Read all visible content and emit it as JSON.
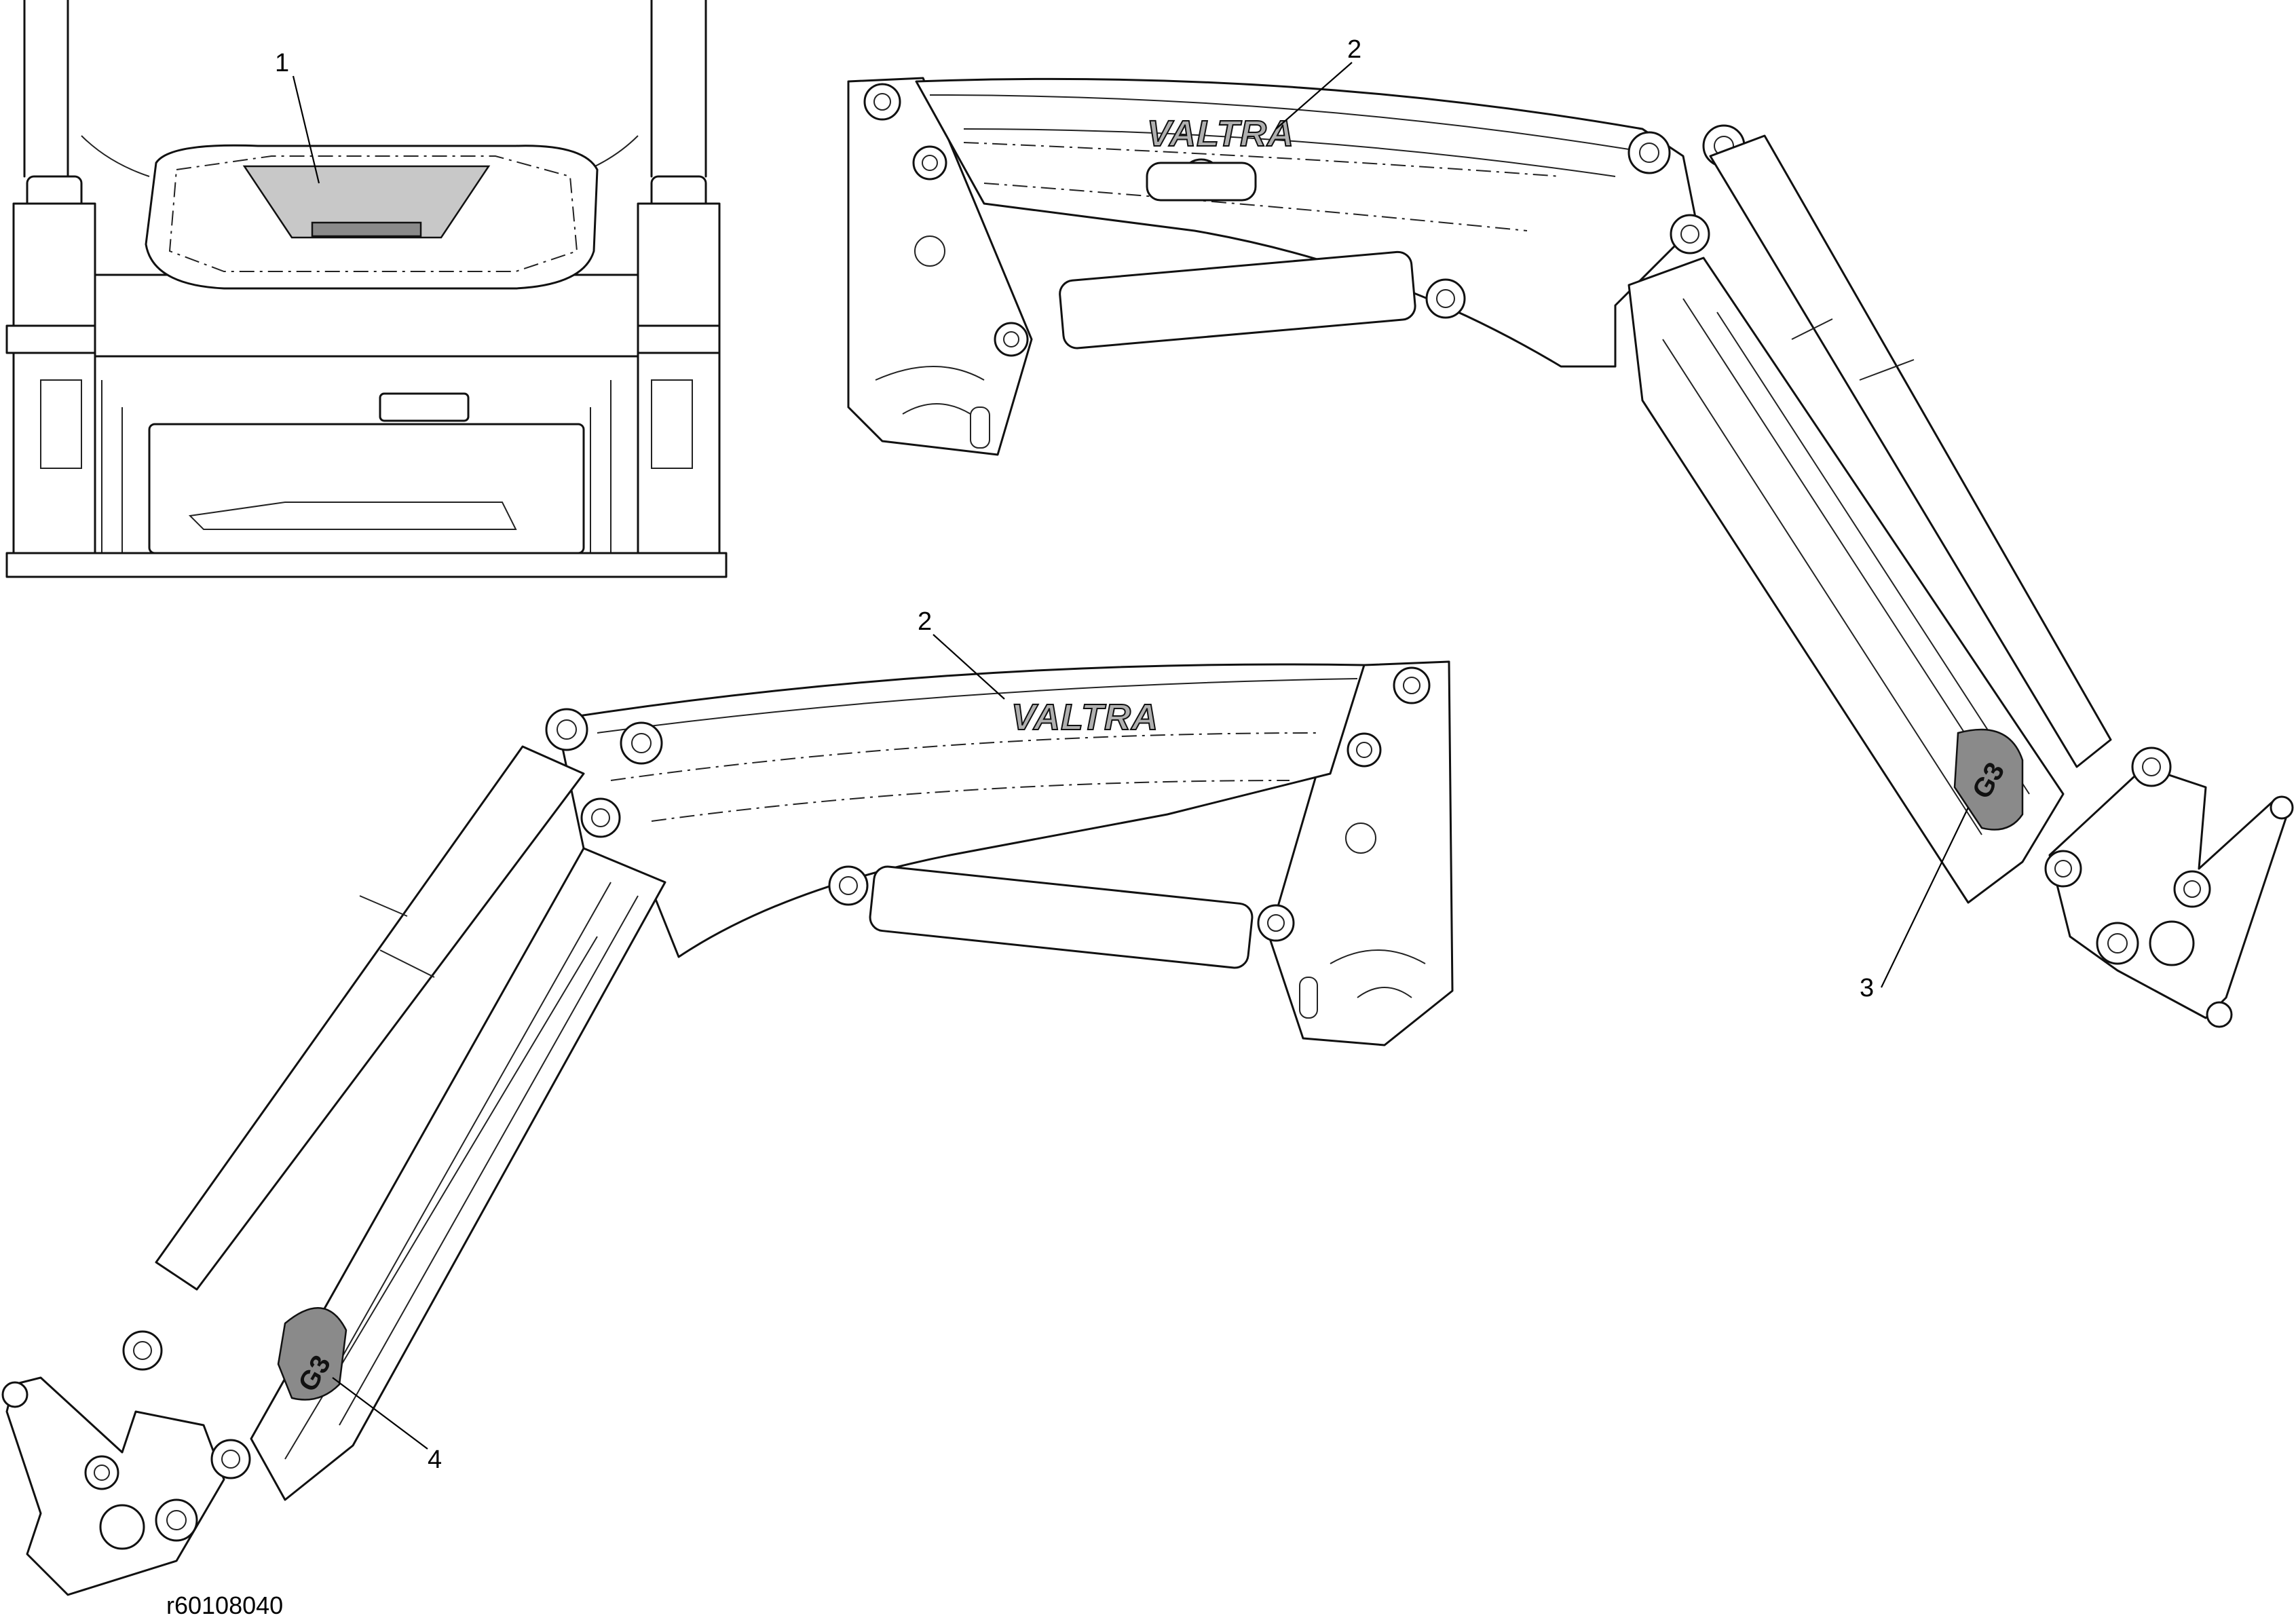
{
  "figure": {
    "callouts": [
      {
        "id": "1",
        "label": "1"
      },
      {
        "id": "2a",
        "label": "2"
      },
      {
        "id": "2b",
        "label": "2"
      },
      {
        "id": "3",
        "label": "3"
      },
      {
        "id": "4",
        "label": "4"
      }
    ],
    "decals": {
      "brand_logo": "VALTRA",
      "model_badge": "G3"
    },
    "drawing_reference": "r60108040",
    "colors": {
      "line": "#111111",
      "decal_fill": "#b0b0b0",
      "background": "#ffffff"
    }
  }
}
